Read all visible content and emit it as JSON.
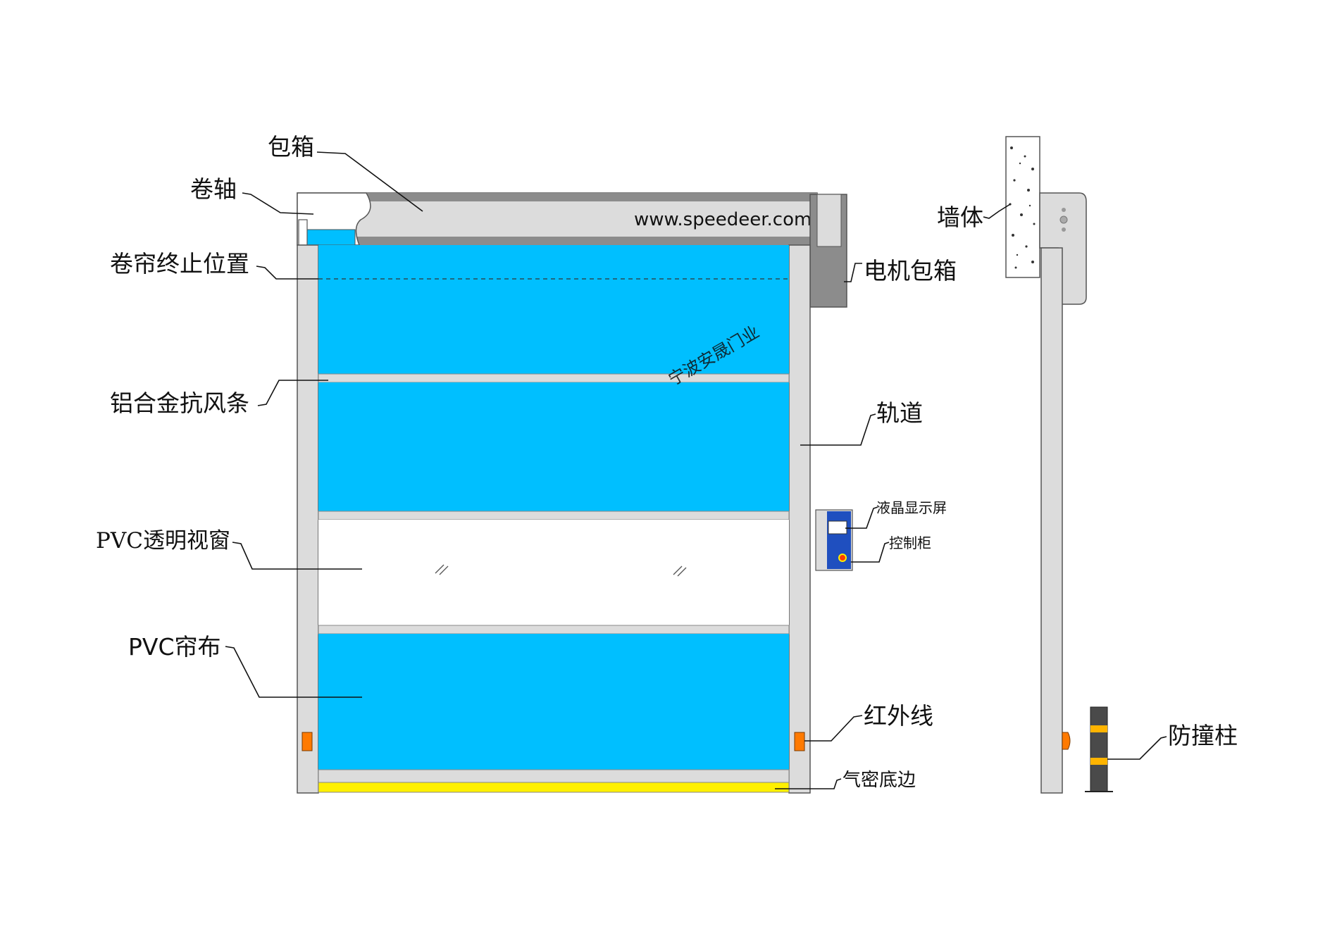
{
  "website": "www.speedeer.com",
  "watermark": "宁波安晟门业",
  "colors": {
    "curtain_blue": "#00BFFF",
    "frame_gray": "#DCDCDC",
    "frame_dark": "#8C8C8C",
    "seal_yellow": "#FFF000",
    "sensor_orange": "#FF7A00",
    "control_blue": "#1F4FBF",
    "watermark_red": "#E8383C"
  },
  "labels": {
    "housing": "包箱",
    "roller_shaft": "卷轴",
    "curtain_stop_position": "卷帘终止位置",
    "aluminum_wind_bar": "铝合金抗风条",
    "pvc_window": "PVC透明视窗",
    "pvc_curtain": "PVC帘布",
    "motor_housing": "电机包箱",
    "track": "轨道",
    "lcd_screen": "液晶显示屏",
    "control_cabinet": "控制柜",
    "infrared": "红外线",
    "airtight_bottom": "气密底边",
    "wall": "墙体",
    "anti_collision_post": "防撞柱"
  }
}
